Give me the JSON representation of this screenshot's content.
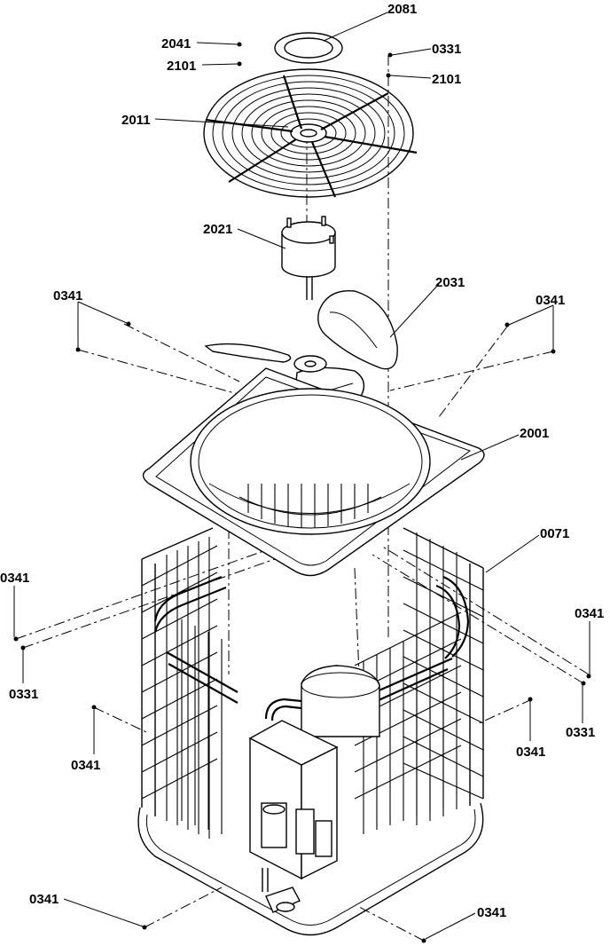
{
  "callouts": [
    {
      "id": "2081",
      "text": "2081"
    },
    {
      "id": "2041",
      "text": "2041"
    },
    {
      "id": "2101a",
      "text": "2101"
    },
    {
      "id": "0331a",
      "text": "0331"
    },
    {
      "id": "2101b",
      "text": "2101"
    },
    {
      "id": "2011",
      "text": "2011"
    },
    {
      "id": "2021",
      "text": "2021"
    },
    {
      "id": "2031",
      "text": "2031"
    },
    {
      "id": "0341a",
      "text": "0341"
    },
    {
      "id": "0341b",
      "text": "0341"
    },
    {
      "id": "2001",
      "text": "2001"
    },
    {
      "id": "0071",
      "text": "0071"
    },
    {
      "id": "0341c",
      "text": "0341"
    },
    {
      "id": "0341d",
      "text": "0341"
    },
    {
      "id": "0331b",
      "text": "0331"
    },
    {
      "id": "0331c",
      "text": "0331"
    },
    {
      "id": "0341e",
      "text": "0341"
    },
    {
      "id": "0341f",
      "text": "0341"
    },
    {
      "id": "0341g",
      "text": "0341"
    },
    {
      "id": "0341h",
      "text": "0341"
    }
  ]
}
